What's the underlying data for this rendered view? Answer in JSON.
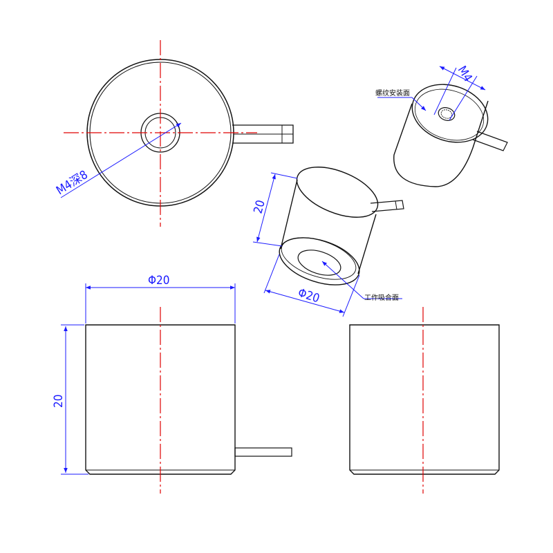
{
  "dimensions": {
    "thread_depth": "M4深8",
    "thread_size": "M4",
    "iso_height": "20",
    "iso_diameter": "Φ20",
    "front_diameter": "Φ20",
    "front_height": "20"
  },
  "annotations": {
    "thread_mount_face": "螺纹安装面",
    "working_suction_face": "工作吸合面"
  },
  "colors": {
    "outline": "#111111",
    "centerline": "#e00000",
    "dimension": "#1a1aff"
  }
}
